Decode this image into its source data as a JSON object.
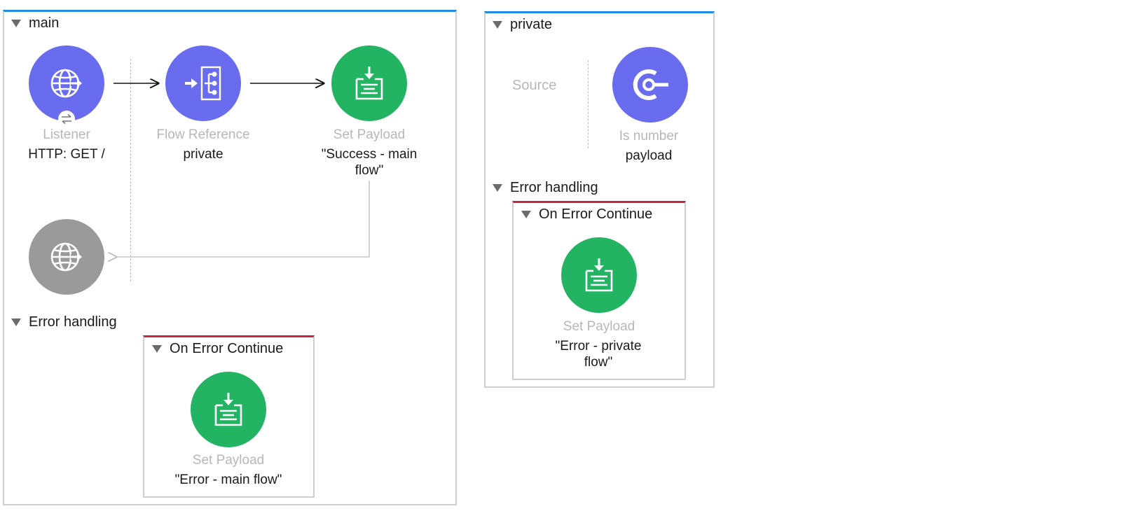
{
  "main_flow": {
    "name": "main",
    "nodes": {
      "listener": {
        "type": "Listener",
        "name": "HTTP: GET /"
      },
      "flow_reference": {
        "type": "Flow Reference",
        "name": "private"
      },
      "set_payload": {
        "type": "Set Payload",
        "name": "\"Success - main flow\""
      }
    },
    "error_handling": {
      "title": "Error handling",
      "scope": {
        "title": "On Error Continue",
        "node": {
          "type": "Set Payload",
          "name": "\"Error - main flow\""
        }
      }
    }
  },
  "private_flow": {
    "name": "private",
    "source_placeholder": "Source",
    "nodes": {
      "is_number": {
        "type": "Is number",
        "name": "payload"
      }
    },
    "error_handling": {
      "title": "Error handling",
      "scope": {
        "title": "On Error Continue",
        "node": {
          "type": "Set Payload",
          "name": "\"Error - private flow\""
        }
      }
    }
  },
  "colors": {
    "flow_border_top": "#1f8ce6",
    "error_scope_border_top": "#c8243f",
    "connector_node": "#6a6cf0",
    "transformer_node": "#22b463",
    "response_node": "#9a9a9a"
  },
  "icons": {
    "listener": "globe-arrow-icon",
    "flow_reference": "flow-reference-icon",
    "set_payload": "set-payload-icon",
    "is_number": "validation-icon",
    "response": "globe-arrow-icon",
    "listener_badge": "exchange-arrows-icon"
  }
}
